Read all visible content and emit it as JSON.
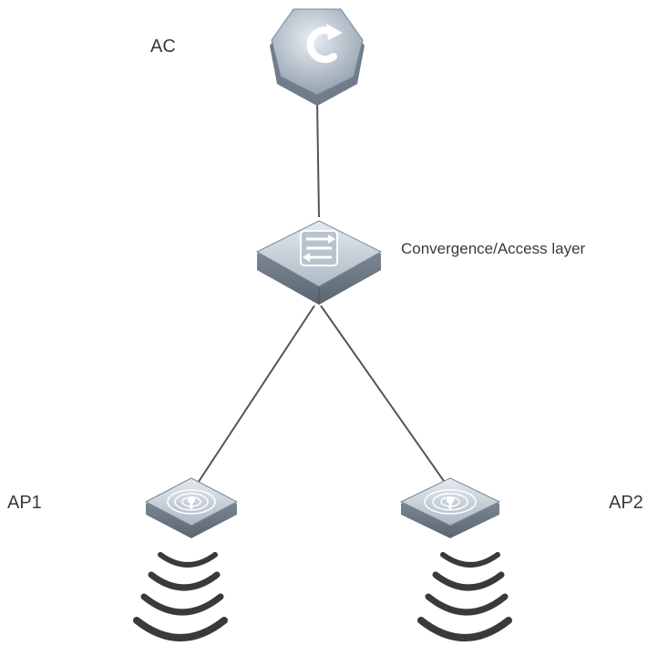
{
  "nodes": {
    "ac": {
      "label": "AC"
    },
    "convergence": {
      "label": "Convergence/Access layer"
    },
    "ap1": {
      "label": "AP1"
    },
    "ap2": {
      "label": "AP2"
    }
  },
  "links": [
    {
      "from": "ac",
      "to": "convergence"
    },
    {
      "from": "convergence",
      "to": "ap1"
    },
    {
      "from": "convergence",
      "to": "ap2"
    }
  ],
  "colors": {
    "device_top": "#c9d3dc",
    "device_side": "#7d8a96",
    "device_edge": "#5e6b77",
    "link": "#555555",
    "signal": "#3a3a3a",
    "label": "#3a3a3a"
  },
  "icons": {
    "ac": "ac-controller-icon",
    "convergence": "switch-icon",
    "ap": "wireless-ap-icon",
    "signal": "wireless-signal-icon"
  }
}
